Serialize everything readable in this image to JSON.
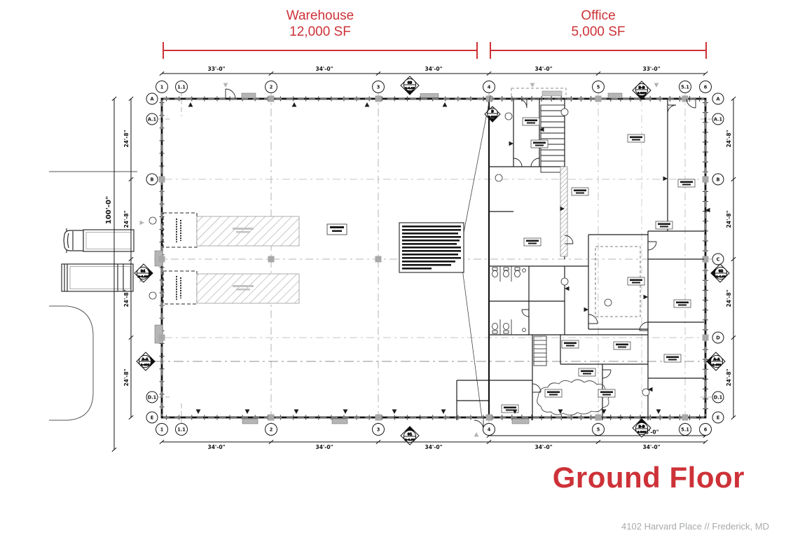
{
  "sheet": {
    "zones": {
      "warehouse": {
        "name": "Warehouse",
        "area": "12,000 SF"
      },
      "office": {
        "name": "Office",
        "area": "5,000 SF"
      }
    },
    "title": "Ground Floor",
    "address": "4102 Harvard Place // Frederick, MD",
    "colors": {
      "accent": "#cd3238",
      "address_gray": "#a6a9ab",
      "drawing": "#1a1a1a"
    }
  },
  "plan": {
    "grid_columns": [
      "1",
      "1.1",
      "2",
      "3",
      "4",
      "5",
      "5.1",
      "6"
    ],
    "grid_rows": [
      "A",
      "A.1",
      "B",
      "C",
      "D",
      "D.1",
      "E"
    ],
    "dims": {
      "top": [
        "33'-0\"",
        "34'-0\"",
        "34'-0\"",
        "34'-0\"",
        "33'-0\""
      ],
      "bottom": [
        "34'-0\"",
        "34'-0\"",
        "34'-0\"",
        "34'-0\"",
        "34'-0\""
      ],
      "bottom_overall": "68'-0\"",
      "left": [
        "24'-8\"",
        "24'-8\"",
        "24'-8\"",
        "24'-8\""
      ],
      "left_overall": "100'-0\"",
      "right": [
        "24'-8\"",
        "24'-8\"",
        "24'-8\"",
        "24'-8\""
      ]
    },
    "markers": {
      "top": {
        "num": "03",
        "sheet": "A-4.00"
      },
      "bottom": {
        "num": "01",
        "sheet": "A-4.00"
      },
      "left": {
        "num": "04",
        "sheet": "A-4.00"
      },
      "right": {
        "num": "02",
        "sheet": "A-4.00"
      },
      "section_bb": {
        "num": "B-B",
        "sheet": "A-200"
      },
      "section_aa": {
        "num": "A-A",
        "sheet": "A-400"
      },
      "office_b": {
        "num": "B",
        "sheet": "A-200"
      }
    }
  }
}
